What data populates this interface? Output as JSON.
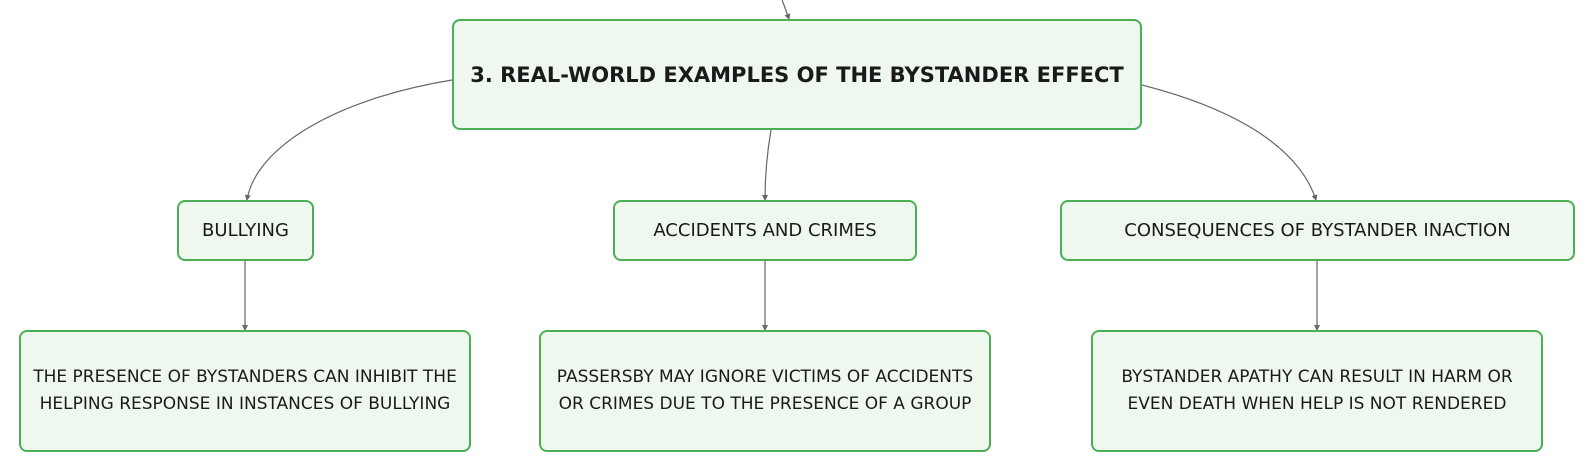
{
  "diagram": {
    "root": {
      "label": "3. REAL-WORLD EXAMPLES OF THE BYSTANDER EFFECT"
    },
    "branches": [
      {
        "label": "BULLYING",
        "detail": "THE PRESENCE OF BYSTANDERS CAN INHIBIT THE HELPING RESPONSE IN INSTANCES OF BULLYING"
      },
      {
        "label": "ACCIDENTS AND CRIMES",
        "detail": "PASSERSBY MAY IGNORE VICTIMS OF ACCIDENTS OR CRIMES DUE TO THE PRESENCE OF A GROUP"
      },
      {
        "label": "CONSEQUENCES OF BYSTANDER INACTION",
        "detail": "BYSTANDER APATHY CAN RESULT IN HARM OR EVEN DEATH WHEN HELP IS NOT RENDERED"
      }
    ],
    "colors": {
      "node_border": "#4caf55",
      "node_fill": "#eff8ef",
      "connector": "#666666"
    }
  }
}
